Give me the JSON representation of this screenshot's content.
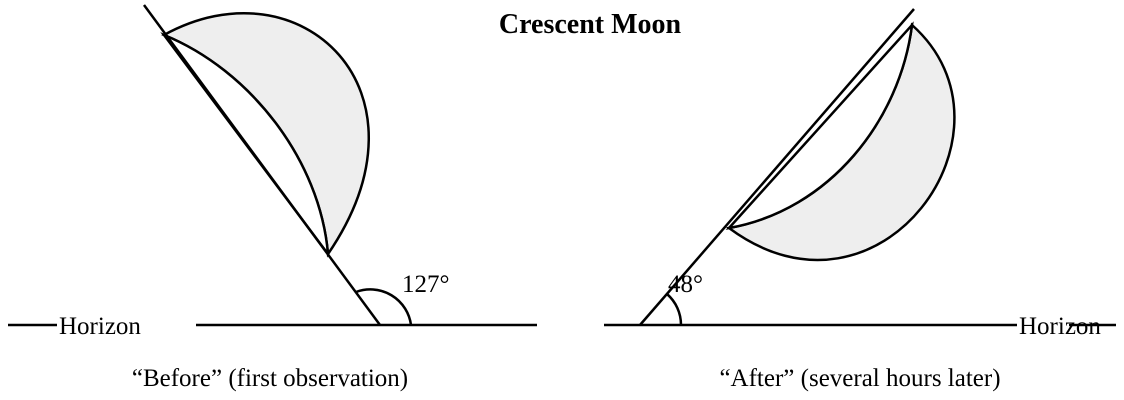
{
  "title": "Crescent Moon",
  "panels": [
    {
      "horizon_label": "Horizon",
      "angle_label": "127°",
      "caption": "“Before” (first observation)"
    },
    {
      "horizon_label": "Horizon",
      "angle_label": "48°",
      "caption": "“After” (several hours later)"
    }
  ],
  "colors": {
    "line": "#000000",
    "moon_lit": "#eeeeee",
    "background": "#ffffff"
  }
}
